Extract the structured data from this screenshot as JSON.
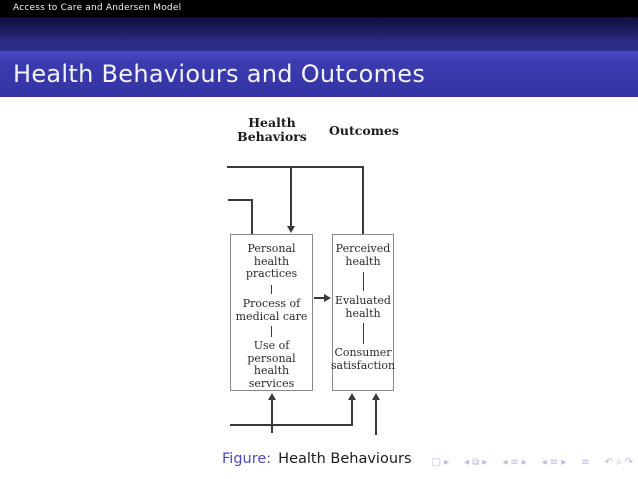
{
  "top_bar": {
    "section_title": "Access to Care and Andersen Model"
  },
  "frame": {
    "title": "Health Behaviours and Outcomes"
  },
  "diagram": {
    "headers": {
      "behaviors": "Health\nBehaviors",
      "outcomes": "Outcomes"
    },
    "behaviors_box": {
      "item1": "Personal health\npractices",
      "item2": "Process of\nmedical care",
      "item3": "Use of\npersonal\nhealth services"
    },
    "outcomes_box": {
      "item1": "Perceived\nhealth",
      "item2": "Evaluated\nhealth",
      "item3": "Consumer\nsatisfaction"
    }
  },
  "caption": {
    "label": "Figure:",
    "text": "Health Behaviours"
  },
  "navigation": {
    "groups": [
      [
        "□",
        "▸"
      ],
      [
        "◂",
        "⧉",
        "▸"
      ],
      [
        "◂",
        "≡",
        "▸"
      ],
      [
        "◂",
        "≡",
        "▸"
      ],
      [
        "≡"
      ],
      [
        "↶",
        "⌕",
        "↷"
      ]
    ]
  },
  "colors": {
    "structure_blue": "#3434a4",
    "caption_label_blue": "#4d4dba",
    "headline_black": "#000000",
    "line_gray": "#3a3a3a"
  }
}
